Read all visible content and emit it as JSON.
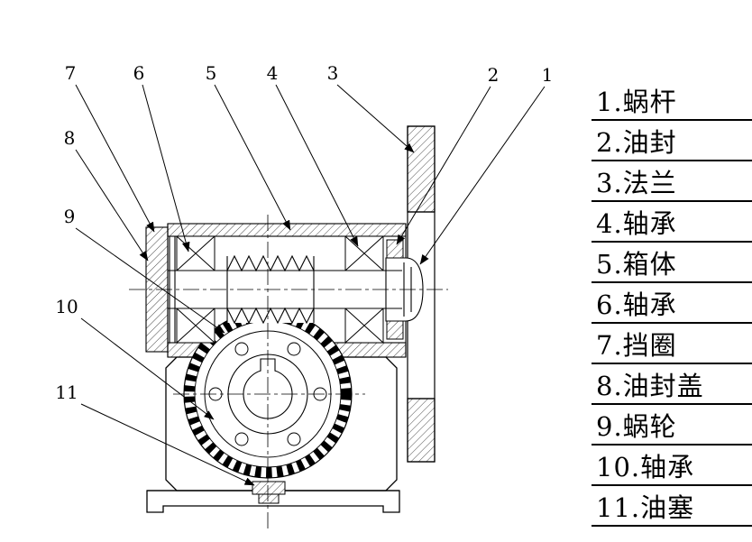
{
  "colors": {
    "ink": "#000000",
    "background": "#ffffff"
  },
  "callouts": [
    "7",
    "6",
    "5",
    "4",
    "3",
    "2",
    "1",
    "8",
    "9",
    "10",
    "11"
  ],
  "parts_list": [
    {
      "label": "1.蜗杆"
    },
    {
      "label": "2.油封"
    },
    {
      "label": "3.法兰"
    },
    {
      "label": "4.轴承"
    },
    {
      "label": "5.箱体"
    },
    {
      "label": "6.轴承"
    },
    {
      "label": "7.挡圈"
    },
    {
      "label": "8.油封盖"
    },
    {
      "label": "9.蜗轮"
    },
    {
      "label": "10.轴承"
    },
    {
      "label": "11.油塞"
    }
  ]
}
